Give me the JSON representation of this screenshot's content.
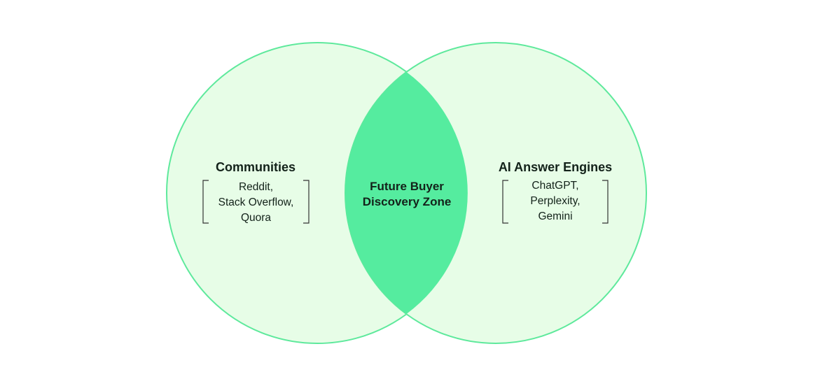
{
  "colors": {
    "circle_fill": "#e7fde7",
    "circle_stroke": "#5ee99c",
    "overlap_fill": "#55ec9f",
    "text": "#13221a"
  },
  "left": {
    "title": "Communities",
    "items": [
      "Reddit,",
      "Stack Overflow,",
      "Quora"
    ]
  },
  "right": {
    "title": "AI Answer Engines",
    "items": [
      "ChatGPT,",
      "Perplexity,",
      "Gemini"
    ]
  },
  "overlap": {
    "lines": [
      "Future Buyer",
      "Discovery Zone"
    ]
  }
}
